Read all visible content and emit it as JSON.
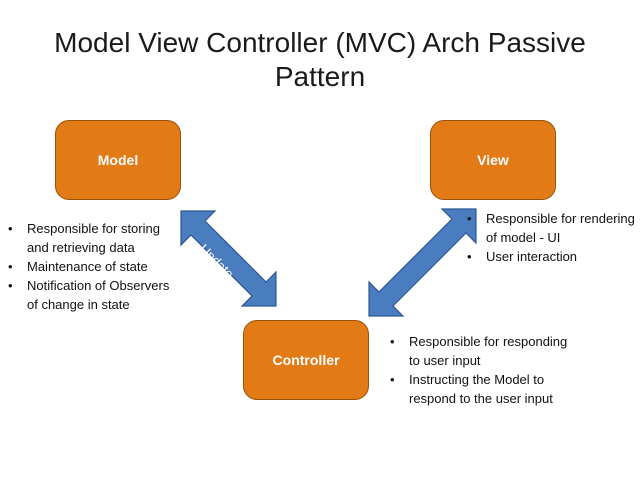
{
  "title": {
    "line1": "Model View Controller (MVC) Arch Passive",
    "line2": "Pattern"
  },
  "nodes": {
    "model": "Model",
    "view": "View",
    "controller": "Controller"
  },
  "edges": {
    "model_controller_label": "Update"
  },
  "colors": {
    "box_fill": "#e27a16",
    "box_border": "#9a5208",
    "arrow_fill": "#4a7cc0",
    "arrow_border": "#2f5894"
  },
  "bullets": {
    "model": [
      "Responsible for storing and retrieving data",
      "Maintenance of state",
      "Notification of Observers  of change in state"
    ],
    "view": [
      "Responsible for rendering of model - UI",
      "User interaction"
    ],
    "controller": [
      "Responsible for responding to user input",
      "Instructing the Model to respond to the user input"
    ]
  }
}
